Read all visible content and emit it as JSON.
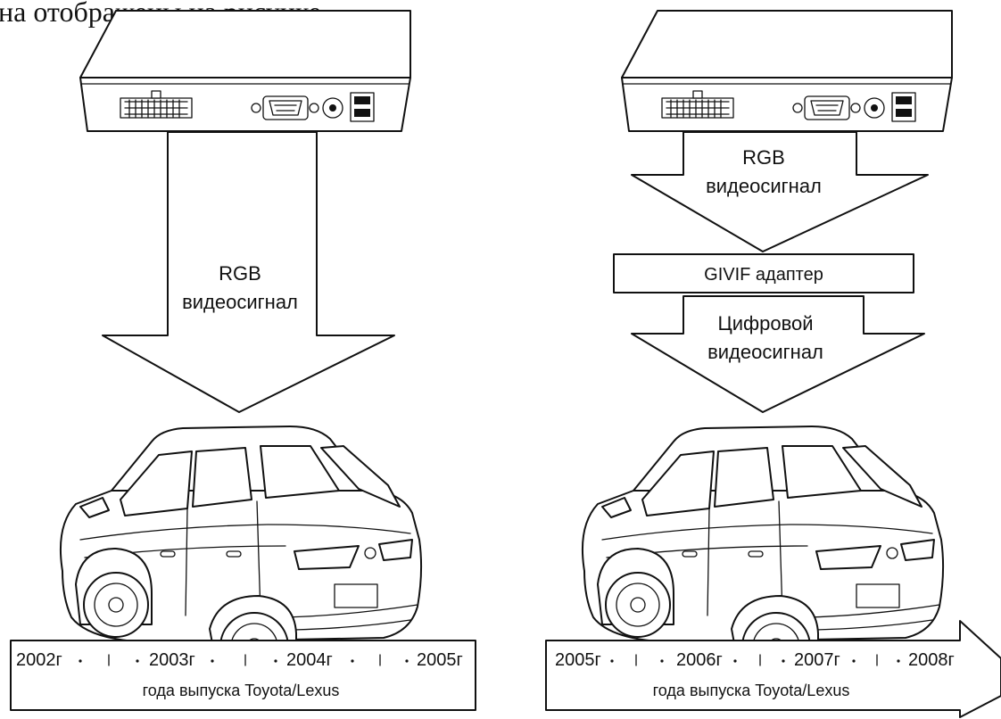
{
  "header_text": "на отображены на рисунке.",
  "left_scheme": {
    "arrow_label_line1": "RGB",
    "arrow_label_line2": "видеосигнал",
    "timeline": {
      "years": [
        "2002г",
        "2003г",
        "2004г",
        "2005г"
      ],
      "caption": "года выпуска Toyota/Lexus"
    }
  },
  "right_scheme": {
    "arrow1_label_line1": "RGB",
    "arrow1_label_line2": "видеосигнал",
    "adapter_label": "GIVIF адаптер",
    "arrow2_label_line1": "Цифровой",
    "arrow2_label_line2": "видеосигнал",
    "timeline": {
      "years": [
        "2005г",
        "2006г",
        "2007г",
        "2008г"
      ],
      "caption": "года выпуска Toyota/Lexus"
    }
  }
}
